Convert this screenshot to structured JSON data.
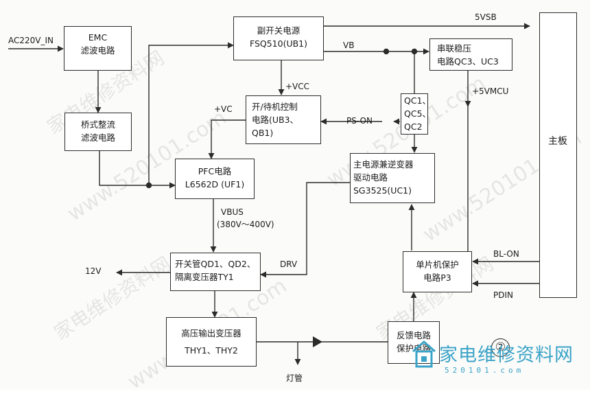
{
  "blocks": {
    "emc": [
      "EMC",
      "滤波电路"
    ],
    "rectifier": [
      "桥式整流",
      "滤波电路"
    ],
    "aux_supply": [
      "副开关电源",
      "FSQ510(UB1)"
    ],
    "standby": [
      "开/待机控制",
      "电路(UB3、",
      "QB1)"
    ],
    "pfc": [
      "PFC电路",
      "L6562D (UF1)"
    ],
    "series_reg": [
      "串联稳压",
      "电路QC3、UC3"
    ],
    "qc_switch": [
      "QC1、",
      "QC5、",
      "QC2"
    ],
    "main_driver": [
      "主电源兼逆变器",
      "驱动电路",
      "SG3525(UC1)"
    ],
    "switch_tube": [
      "开关管QD1、QD2、",
      "隔离变压器TY1"
    ],
    "mcu_protect": [
      "单片机保护",
      "电路P3"
    ],
    "hv_output": [
      "高压输出变压器",
      "THY1、THY2"
    ],
    "feedback": [
      "反馈电路",
      "保护电路"
    ],
    "mainboard": "主板"
  },
  "labels": {
    "ac_in": "AC220V_IN",
    "v5sb": "5VSB",
    "vb": "VB",
    "vcc": "+VCC",
    "vc": "+VC",
    "ps_on": "PS-ON",
    "v5mcu": "+5VMCU",
    "vbus": "VBUS",
    "vbus_range": "(380V～400V)",
    "drv": "DRV",
    "v12": "12V",
    "bl_on": "BL-ON",
    "pdin": "PDIN",
    "lamp": "灯管"
  },
  "figure_number": "②",
  "watermarks": {
    "site": "www.520101.com",
    "cn": "家电维修资料网"
  },
  "logo": {
    "text": "家电维修资料网",
    "url": "520101.com"
  }
}
